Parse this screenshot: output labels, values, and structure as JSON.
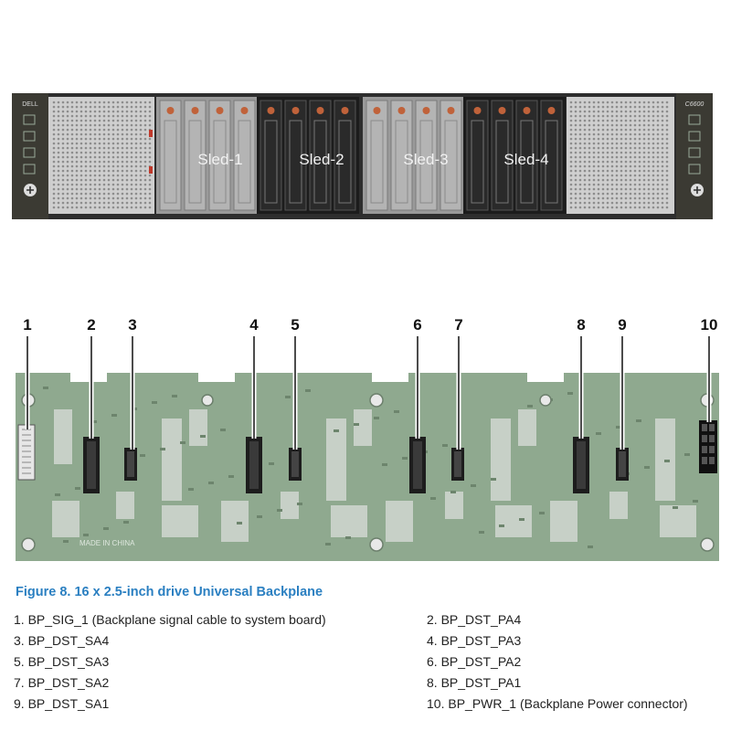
{
  "chassis": {
    "brand": "DELL",
    "model": "C6600",
    "sleds": [
      "Sled-1",
      "Sled-2",
      "Sled-3",
      "Sled-4"
    ]
  },
  "board": {
    "silkscreen": [
      "MADE IN CHINA"
    ]
  },
  "callouts": [
    "1",
    "2",
    "3",
    "4",
    "5",
    "6",
    "7",
    "8",
    "9",
    "10"
  ],
  "figure": {
    "caption": "Figure 8. 16 x 2.5-inch drive Universal Backplane"
  },
  "legend": [
    {
      "num": "1.",
      "text": "BP_SIG_1 (Backplane signal cable to system board)"
    },
    {
      "num": "2.",
      "text": "BP_DST_PA4"
    },
    {
      "num": "3.",
      "text": "BP_DST_SA4"
    },
    {
      "num": "4.",
      "text": "BP_DST_PA3"
    },
    {
      "num": "5.",
      "text": "BP_DST_SA3"
    },
    {
      "num": "6.",
      "text": "BP_DST_PA2"
    },
    {
      "num": "7.",
      "text": "BP_DST_SA2"
    },
    {
      "num": "8.",
      "text": "BP_DST_PA1"
    },
    {
      "num": "9.",
      "text": "BP_DST_SA1"
    },
    {
      "num": "10.",
      "text": "BP_PWR_1 (Backplane Power connector)"
    }
  ],
  "colors": {
    "caption_blue": "#2a7fc1",
    "board_green": "#8fa98f",
    "chassis_dark": "#3a3a3a",
    "sled_black": "#1c1c1c",
    "sled_gray": "#9a9a9a"
  }
}
